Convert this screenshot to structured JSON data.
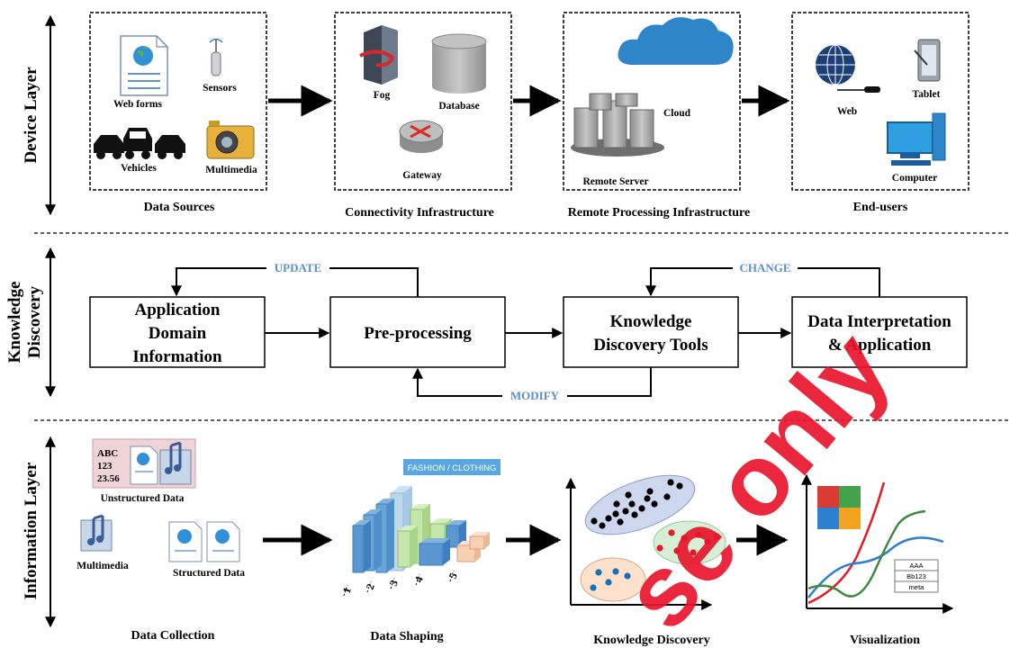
{
  "layers": {
    "device": "Device Layer",
    "knowledge_1": "Knowledge",
    "knowledge_2": "Discovery",
    "information": "Information Layer"
  },
  "device_layer": {
    "data_sources": {
      "caption": "Data Sources",
      "web_forms": "Web forms",
      "sensors": "Sensors",
      "vehicles": "Vehicles",
      "multimedia": "Multimedia"
    },
    "connectivity": {
      "caption": "Connectivity Infrastructure",
      "fog": "Fog",
      "database": "Database",
      "gateway": "Gateway"
    },
    "remote": {
      "caption": "Remote Processing Infrastructure",
      "cloud": "Cloud",
      "remote_server": "Remote Server"
    },
    "end_users": {
      "caption": "End-users",
      "web": "Web",
      "tablet": "Tablet",
      "computer": "Computer"
    }
  },
  "knowledge_layer": {
    "app_domain_1": "Application",
    "app_domain_2": "Domain",
    "app_domain_3": "Information",
    "preprocessing": "Pre-processing",
    "kdt_1": "Knowledge",
    "kdt_2": "Discovery Tools",
    "dia_1": "Data Interpretation",
    "dia_2": "& Application",
    "update": "UPDATE",
    "change": "CHANGE",
    "modify": "MODIFY"
  },
  "information_layer": {
    "collection": {
      "caption": "Data Collection",
      "unstructured": "Unstructured Data",
      "abc": "ABC",
      "n123": "123",
      "n2356": "23.56",
      "multimedia": "Multimedia",
      "structured": "Structured Data"
    },
    "shaping": {
      "caption": "Data Shaping",
      "tag": "FASHION / CLOTHING",
      "ticks": [
        "1",
        "2",
        "3",
        "4",
        "5"
      ]
    },
    "knowledge_discovery": {
      "caption": "Knowledge Discovery"
    },
    "visualization": {
      "caption": "Visualization",
      "table": [
        "AAA",
        "Bb123",
        "meta"
      ]
    }
  },
  "watermark": "se only",
  "colors": {
    "blue_label": "#5b8fc9",
    "watermark": "#e8152b",
    "cloud": "#2e86c8",
    "cluster_black": "#000000",
    "cluster_red": "#e31b23",
    "cluster_blue": "#1a6fb5"
  }
}
